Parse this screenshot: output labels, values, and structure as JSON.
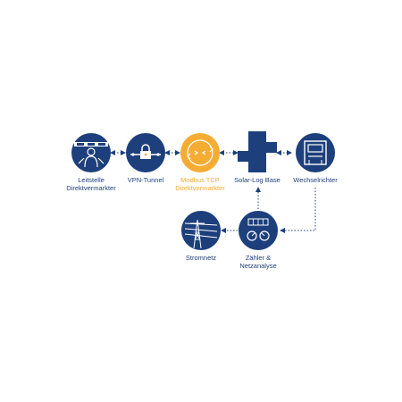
{
  "colors": {
    "primary": "#1d3f7c",
    "accent": "#f4ac33",
    "line": "#1d3f7c",
    "background": "#ffffff"
  },
  "nodes": [
    {
      "id": "leitstelle",
      "icon": "control-room-icon",
      "label": "Leitstelle\nDirektvermarkter"
    },
    {
      "id": "vpn",
      "icon": "padlock-tunnel-icon",
      "label": "VPN-Tunnel"
    },
    {
      "id": "modbus",
      "icon": "exchange-arrows-icon",
      "label": "Modbus TCP\nDirektvermarkter"
    },
    {
      "id": "solarlog",
      "icon": "solar-log-device-icon",
      "label": "Solar-Log Base"
    },
    {
      "id": "wechselrichter",
      "icon": "inverter-icon",
      "label": "Wechselrichter"
    },
    {
      "id": "zaehler",
      "icon": "meter-icon",
      "label": "Zähler &\nNetzanalyse"
    },
    {
      "id": "stromnetz",
      "icon": "power-pylon-icon",
      "label": "Stromnetz"
    }
  ]
}
